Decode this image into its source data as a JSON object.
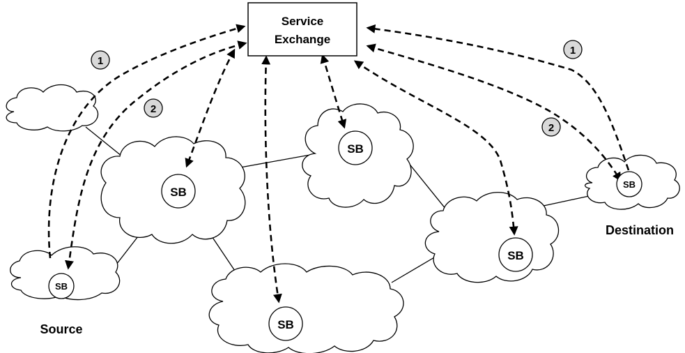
{
  "service_exchange": {
    "line1": "Service",
    "line2": "Exchange"
  },
  "sb_label": "SB",
  "source_label": "Source",
  "destination_label": "Destination",
  "step_markers": {
    "left_1": "1",
    "left_2": "2",
    "right_1": "1",
    "right_2": "2"
  },
  "colors": {
    "stroke": "#000000",
    "background": "#ffffff",
    "step_marker_fill": "#d9d9d9"
  }
}
